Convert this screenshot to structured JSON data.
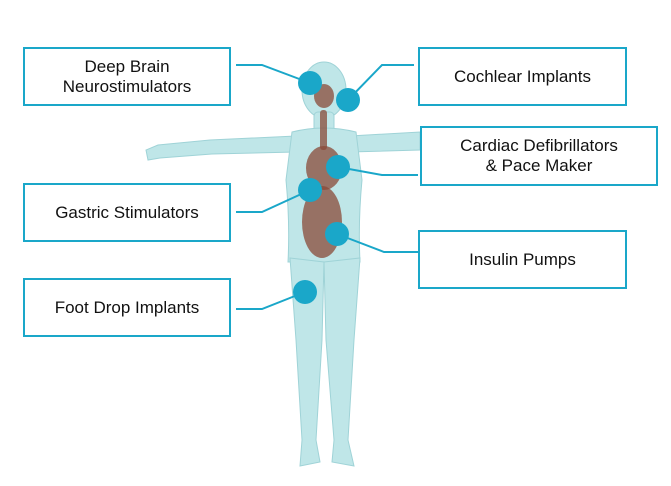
{
  "accent_color": "#1aa7c9",
  "body_color": "#bfe6e8",
  "organ_color": "#8a4a38",
  "labels": {
    "deep_brain": [
      "Deep Brain",
      "Neurostimulators"
    ],
    "gastric": [
      "Gastric Stimulators"
    ],
    "foot_drop": [
      "Foot Drop Implants"
    ],
    "cochlear": [
      "Cochlear Implants"
    ],
    "cardiac": [
      "Cardiac Defibrillators",
      "& Pace Maker"
    ],
    "insulin": [
      "Insulin Pumps"
    ]
  },
  "icons": {
    "marker": "circle-marker",
    "figure": "human-body-silhouette"
  }
}
